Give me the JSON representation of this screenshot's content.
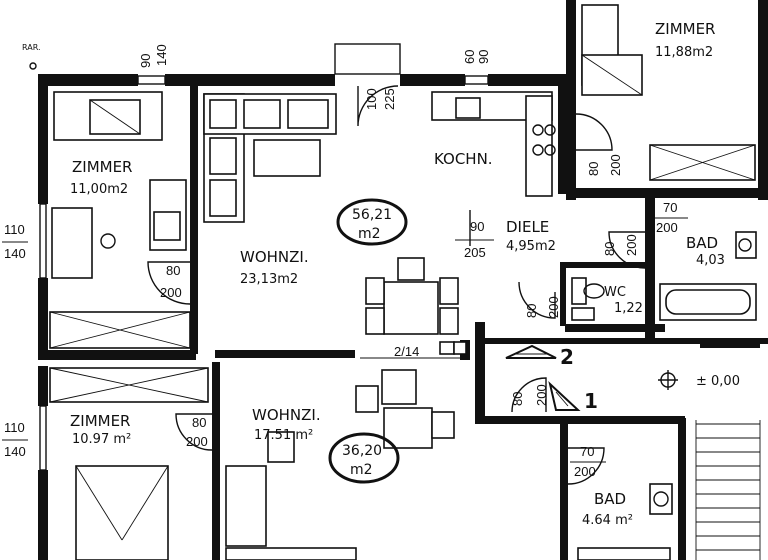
{
  "plan": {
    "marker_rar": "RAR.",
    "level": {
      "symbol": "⊕",
      "value": "± 0,00"
    },
    "steps": {
      "upper": "2",
      "lower": "1"
    },
    "rooms": [
      {
        "id": "zimmer-top-right",
        "name": "ZIMMER",
        "area": "11,88m2"
      },
      {
        "id": "zimmer-left-upper",
        "name": "ZIMMER",
        "area": "11,00m2"
      },
      {
        "id": "kochn",
        "name": "KOCHN.",
        "area": ""
      },
      {
        "id": "wohnzi-upper",
        "name": "WOHNZI.",
        "area": "23,13m2"
      },
      {
        "id": "diele",
        "name": "DIELE",
        "area": "4,95m2"
      },
      {
        "id": "bad-right",
        "name": "BAD",
        "area": "4,03"
      },
      {
        "id": "wc",
        "name": "WC",
        "area": "1,22"
      },
      {
        "id": "zimmer-left-lower",
        "name": "ZIMMER",
        "area": "10.97 m²"
      },
      {
        "id": "wohnzi-lower",
        "name": "WOHNZI.",
        "area": "17.51 m²"
      },
      {
        "id": "bad-lower",
        "name": "BAD",
        "area": "4.64 m²"
      }
    ],
    "unit_totals": [
      {
        "id": "total-upper",
        "line1": "56,21",
        "line2": "m2"
      },
      {
        "id": "total-lower",
        "line1": "36,20",
        "line2": "m2"
      }
    ],
    "dimensions": {
      "top_window_left_a": "90",
      "top_window_left_b": "140",
      "top_window_right_a": "60",
      "top_window_right_b": "90",
      "kitchen_door_a": "100",
      "kitchen_door_b": "225",
      "left_window_upper_a": "110",
      "left_window_upper_b": "140",
      "left_window_lower_a": "110",
      "left_window_lower_b": "140",
      "zimmer_upper_door_a": "80",
      "zimmer_upper_door_b": "200",
      "diele_door_a": "90",
      "diele_door_b": "205",
      "zimmer_tr_door_a": "80",
      "zimmer_tr_door_b": "200",
      "bad_door_a": "70",
      "bad_door_b": "200",
      "bath_in_door_a": "80",
      "bath_in_door_b": "200",
      "wc_door_a": "80",
      "wc_door_b": "200",
      "stair_mark": "2/14",
      "entry_door_a": "80",
      "entry_door_b": "200",
      "zimmer_lower_door_a": "80",
      "zimmer_lower_door_b": "200",
      "bad_lower_door_a": "70",
      "bad_lower_door_b": "200"
    }
  }
}
